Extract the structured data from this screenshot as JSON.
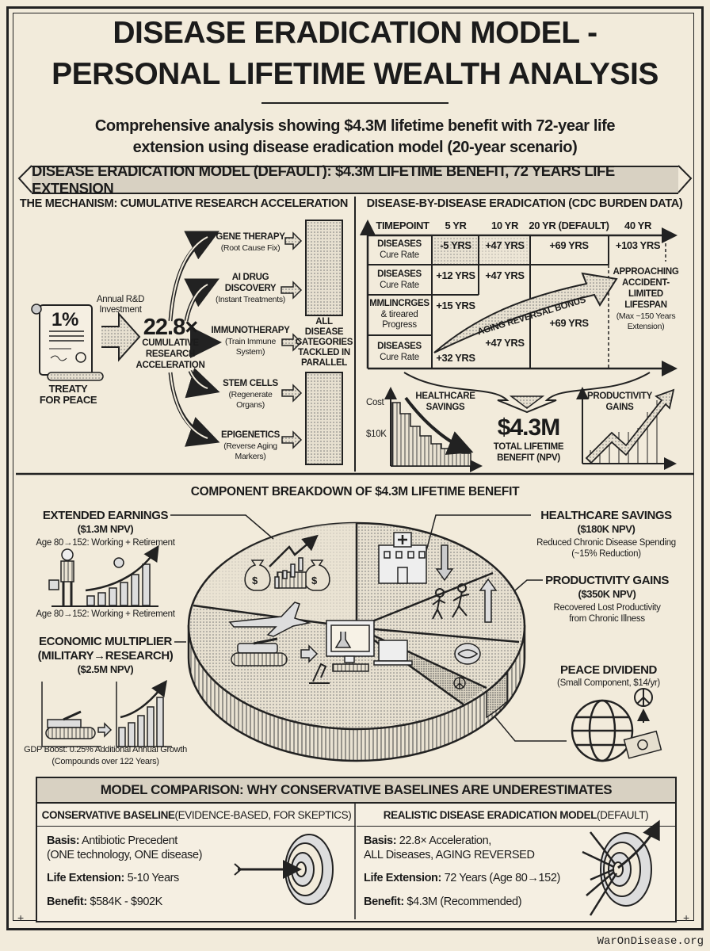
{
  "header": {
    "title_line1": "DISEASE ERADICATION MODEL -",
    "title_line2": "PERSONAL LIFETIME WEALTH ANALYSIS",
    "subtitle_line1": "Comprehensive analysis showing $4.3M lifetime benefit with 72-year life",
    "subtitle_line2": "extension using disease eradication model (20-year scenario)",
    "banner": "DISEASE ERADICATION MODEL (DEFAULT): $4.3M LIFETIME BENEFIT, 72 YEARS LIFE EXTENSION"
  },
  "mechanism": {
    "title": "THE MECHANISM: CUMULATIVE RESEARCH ACCELERATION",
    "treaty_percent": "1%",
    "treaty_label_1": "TREATY",
    "treaty_label_2": "FOR PEACE",
    "input_label_1": "Annual R&D",
    "input_label_2": "Investment",
    "multiplier": "22.8×",
    "multiplier_label_1": "CUMULATIVE",
    "multiplier_label_2": "RESEARCH",
    "multiplier_label_3": "ACCELERATION",
    "technologies": [
      {
        "name1": "GENE THERAPY",
        "name2": "",
        "desc1": "(Root Cause Fix)",
        "desc2": ""
      },
      {
        "name1": "AI DRUG",
        "name2": "DISCOVERY",
        "desc1": "(Instant Treatments)",
        "desc2": ""
      },
      {
        "name1": "IMMUNOTHERAPY",
        "name2": "",
        "desc1": "(Train Immune",
        "desc2": "System)"
      },
      {
        "name1": "STEM CELLS",
        "name2": "",
        "desc1": "(Regenerate",
        "desc2": "Organs)"
      },
      {
        "name1": "EPIGENETICS",
        "name2": "",
        "desc1": "(Reverse Aging",
        "desc2": "Markers)"
      }
    ],
    "target": [
      "ALL",
      "DISEASE",
      "CATEGORIES",
      "TACKLED IN",
      "PARALLEL"
    ]
  },
  "eradication": {
    "title": "DISEASE-BY-DISEASE ERADICATION (CDC BURDEN DATA)",
    "headers": [
      "TIMEPOINT",
      "5 YR",
      "10 YR",
      "20 YR (DEFAULT)",
      "40 YR"
    ],
    "row_labels": [
      {
        "l1": "DISEASES",
        "l2": "Cure Rate",
        "l3": ""
      },
      {
        "l1": "DISEASES",
        "l2": "Cure Rate",
        "l3": ""
      },
      {
        "l1": "MMLINCRGES",
        "l2": "& tireared",
        "l3": "Progress"
      },
      {
        "l1": "DISEASES",
        "l2": "Cure Rate",
        "l3": ""
      }
    ],
    "cells": {
      "r1_5": "-5 YRS",
      "r1_10": "+47 YRS",
      "r1_20": "+69 YRS",
      "r1_40": "+103 YRS",
      "r2_5": "+12 YRS",
      "r2_10": "+47 YRS",
      "r3_5": "+15 YRS",
      "r3_20": "+69 YRS",
      "r4_10": "+47 YRS",
      "r4_5": "+32 YRS"
    },
    "arrow_label": "AGING REVERSAL BONUS",
    "endpoint": [
      "APPROACHING",
      "ACCIDENT-",
      "LIMITED",
      "LIFESPAN"
    ],
    "endpoint_note_1": "(Max ~150 Years",
    "endpoint_note_2": "Extension)",
    "healthcare_title_1": "HEALTHCARE",
    "healthcare_title_2": "SAVINGS",
    "healthcare_ylabel": "Cost",
    "healthcare_tick": "$10K",
    "total_value": "$4.3M",
    "total_label_1": "TOTAL LIFETIME",
    "total_label_2": "BENEFIT (NPV)",
    "productivity_title_1": "PRODUCTIVITY",
    "productivity_title_2": "GAINS"
  },
  "breakdown": {
    "title": "COMPONENT BREAKDOWN OF $4.3M LIFETIME BENEFIT",
    "extended": {
      "name": "EXTENDED EARNINGS",
      "value": "($1.3M NPV)",
      "note": "Age 80→152: Working + Retirement",
      "caption": "Age 80→152: Working + Retirement"
    },
    "multiplier": {
      "name1": "ECONOMIC MULTIPLIER",
      "name2": "(MILITARY→RESEARCH)",
      "value": "($2.5M NPV)",
      "note1": "GDP Boost: 0.25% Additional Annual Growth",
      "note2": "(Compounds over 122 Years)"
    },
    "healthcare": {
      "name": "HEALTHCARE SAVINGS",
      "value": "($180K NPV)",
      "note1": "Reduced Chronic Disease Spending",
      "note2": "(~15% Reduction)"
    },
    "productivity": {
      "name": "PRODUCTIVITY GAINS",
      "value": "($350K NPV)",
      "note1": "Recovered Lost Productivity",
      "note2": "from Chronic Illness"
    },
    "peace": {
      "name": "PEACE DIVIDEND",
      "note": "(Small Component, $14/yr)"
    }
  },
  "comparison": {
    "title": "MODEL COMPARISON: WHY CONSERVATIVE BASELINES ARE UNDERESTIMATES",
    "left": {
      "head_bold": "CONSERVATIVE BASELINE",
      "head_rest": " (EVIDENCE-BASED, FOR SKEPTICS)",
      "basis_label": "Basis:",
      "basis_1": " Antibiotic Precedent",
      "basis_2": "(ONE technology, ONE disease)",
      "life_label": "Life Extension:",
      "life": " 5-10 Years",
      "benefit_label": "Benefit:",
      "benefit": " $584K - $902K"
    },
    "right": {
      "head_bold": "REALISTIC DISEASE ERADICATION MODEL",
      "head_rest": " (DEFAULT)",
      "basis_label": "Basis:",
      "basis_1": " 22.8× Acceleration,",
      "basis_2": "ALL Diseases, AGING REVERSED",
      "life_label": "Life Extension:",
      "life": " 72 Years (Age 80→152)",
      "benefit_label": "Benefit:",
      "benefit": " $4.3M (Recommended)"
    }
  },
  "footer": {
    "site": "WarOnDisease.org"
  }
}
